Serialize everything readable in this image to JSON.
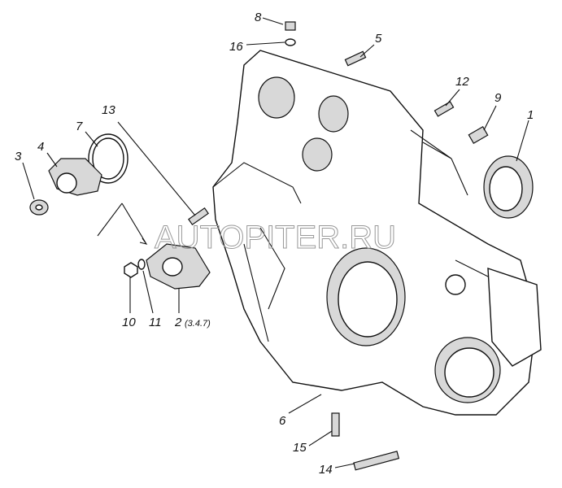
{
  "diagram": {
    "watermark": "AUTOPITER.RU",
    "callouts": [
      {
        "id": "8",
        "text": "8"
      },
      {
        "id": "16",
        "text": "16"
      },
      {
        "id": "5",
        "text": "5"
      },
      {
        "id": "12",
        "text": "12"
      },
      {
        "id": "9",
        "text": "9"
      },
      {
        "id": "1",
        "text": "1"
      },
      {
        "id": "13",
        "text": "13"
      },
      {
        "id": "7",
        "text": "7"
      },
      {
        "id": "4",
        "text": "4"
      },
      {
        "id": "3",
        "text": "3"
      },
      {
        "id": "10",
        "text": "10"
      },
      {
        "id": "11",
        "text": "11"
      },
      {
        "id": "2",
        "text": "2",
        "note": "(3.4.7)"
      },
      {
        "id": "6",
        "text": "6"
      },
      {
        "id": "15",
        "text": "15"
      },
      {
        "id": "14",
        "text": "14"
      }
    ]
  }
}
